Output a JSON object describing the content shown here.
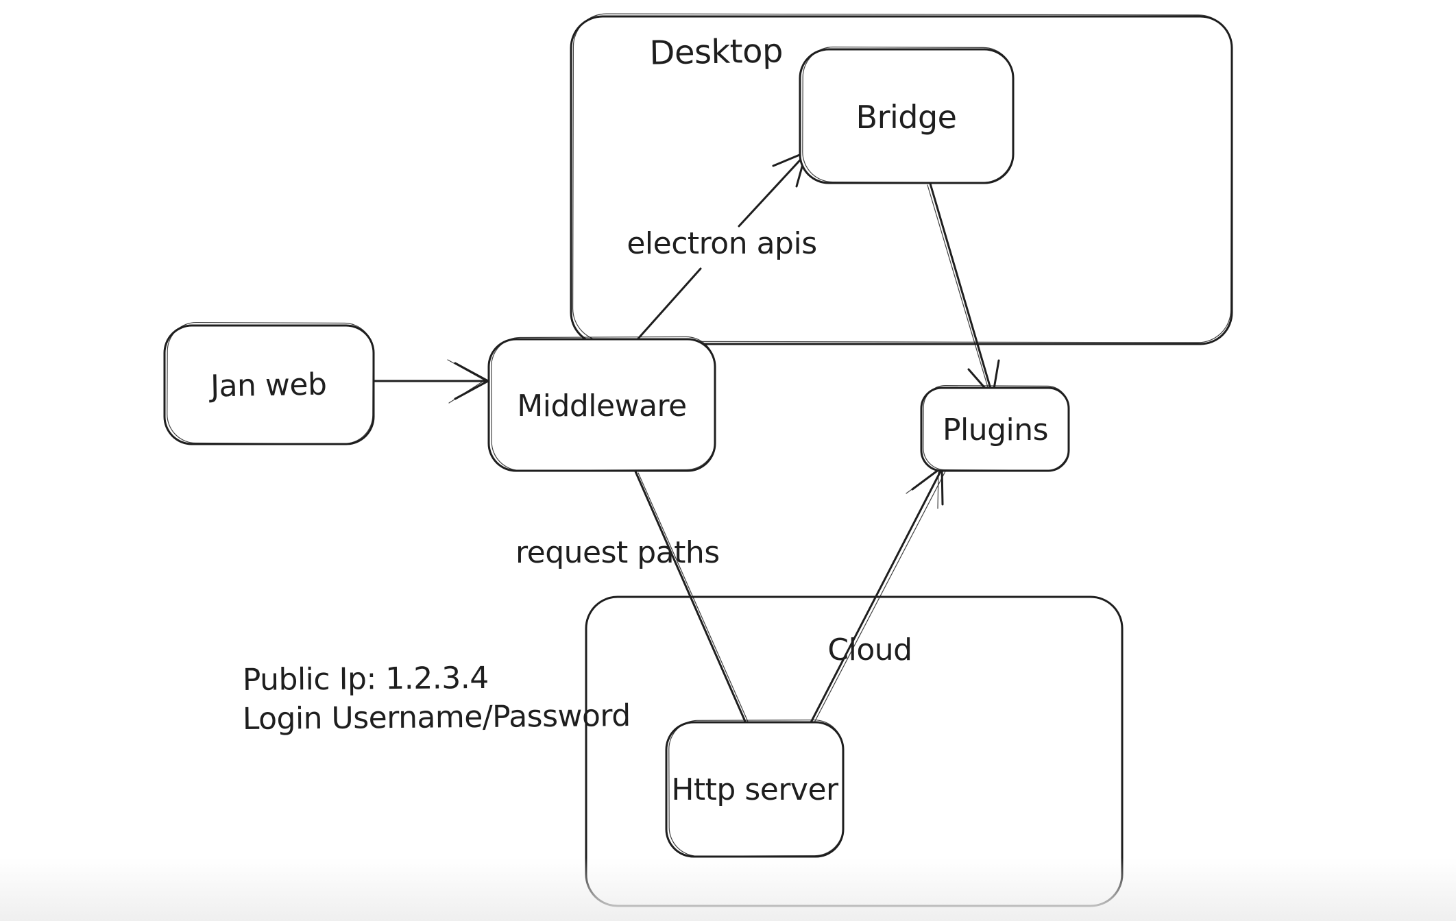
{
  "diagram": {
    "background_color": "#ffffff",
    "stroke_color": "#1e1e1e",
    "bottom_fade_color": "#efefef",
    "containers": {
      "desktop": {
        "label": "Desktop"
      },
      "cloud": {
        "label": "Cloud"
      }
    },
    "nodes": {
      "jan_web": {
        "label": "Jan web"
      },
      "middleware": {
        "label": "Middleware"
      },
      "bridge": {
        "label": "Bridge"
      },
      "plugins": {
        "label": "Plugins"
      },
      "http_server": {
        "label": "Http server"
      }
    },
    "edges": {
      "jan_web_to_middleware": {
        "from": "Jan web",
        "to": "Middleware",
        "arrowhead": "open-arrow",
        "label": ""
      },
      "middleware_to_bridge": {
        "from": "Middleware",
        "to": "Bridge",
        "arrowhead": "open-arrow",
        "label": "electron apis"
      },
      "middleware_to_http_server": {
        "from": "Middleware",
        "to": "Http server",
        "arrowhead": "none",
        "label": "request paths"
      },
      "bridge_to_plugins": {
        "from": "Bridge",
        "to": "Plugins",
        "arrowhead": "open-arrow",
        "label": ""
      },
      "http_server_to_plugins": {
        "from": "Http server",
        "to": "Plugins",
        "arrowhead": "open-arrow",
        "label": ""
      }
    },
    "annotations": {
      "public_ip": "Public Ip: 1.2.3.4",
      "login": "Login Username/Password"
    }
  }
}
